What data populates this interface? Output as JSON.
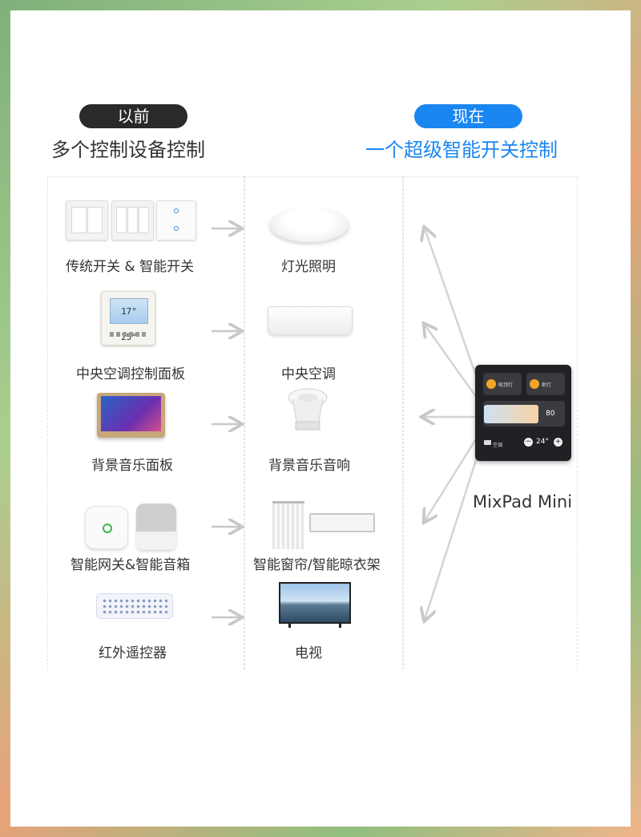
{
  "header": {
    "before_pill": "以前",
    "before_subtitle": "多个控制设备控制",
    "now_pill": "现在",
    "now_subtitle": "一个超级智能开关控制"
  },
  "rows": [
    {
      "left_label": "传统开关 & 智能开关",
      "right_label": "灯光照明"
    },
    {
      "left_label": "中央空调控制面板",
      "right_label": "中央空调"
    },
    {
      "left_label": "背景音乐面板",
      "right_label": "背景音乐音响"
    },
    {
      "left_label": "智能网关&智能音箱",
      "right_label": "智能窗帘/智能晾衣架"
    },
    {
      "left_label": "红外遥控器",
      "right_label": "电视"
    }
  ],
  "thermostat": {
    "display": "17° 25°"
  },
  "mixpad": {
    "name": "MixPad Mini",
    "tile1_label": "吸顶灯",
    "tile2_label": "射灯",
    "slider_value": "80",
    "ac_label": "空调",
    "ac_temp": "24°"
  },
  "colors": {
    "accent": "#1a86f0",
    "dark_pill": "#2a2a2a",
    "arrow": "#c8c8c8"
  }
}
